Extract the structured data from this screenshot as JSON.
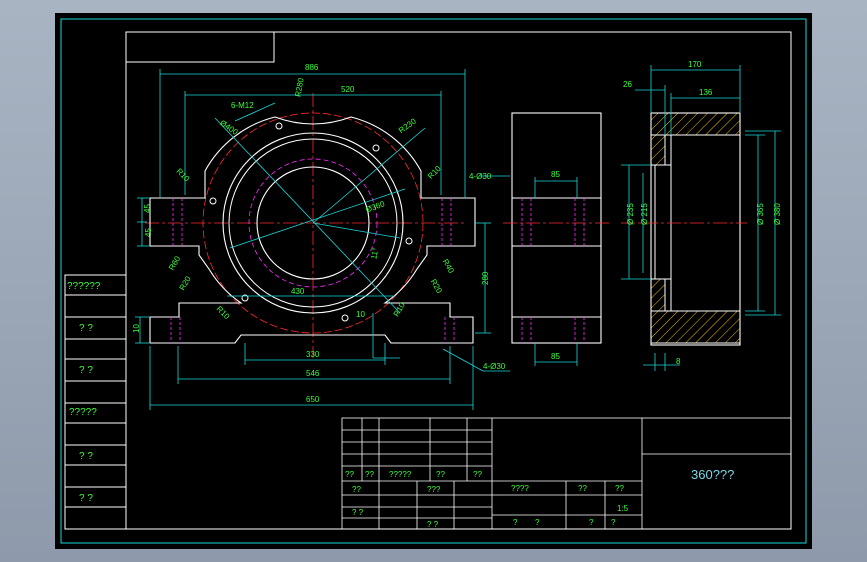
{
  "colors": {
    "frame": "#18d7d7",
    "border": "#ffffff",
    "dimension": "#18d7d7",
    "dim_text": "#39ff39",
    "center_line": "#ff2a2a",
    "hidden_line": "#ff2aff",
    "hatch": "#f5c000",
    "title_text": "#7ad7e6"
  },
  "drawing": {
    "front_view": {
      "dims": {
        "overall_top": "886",
        "top_span": "520",
        "bolt_pattern": "6-M12",
        "radius_top": "R280",
        "radius_right": "R230",
        "hole_dia": "Ø400",
        "left_corner": "R10",
        "right_corner": "R10",
        "bore": "Ø360",
        "angle": "11°",
        "left_height_a": "45",
        "left_height_b": "45",
        "left_low_a": "R60",
        "left_low_b": "R20",
        "right_low_a": "R40",
        "right_low_b": "R20",
        "inner_width": "430",
        "base_height": "280",
        "bottom_r_left": "R10",
        "bottom_r_right": "R10",
        "base_thick": "10",
        "foot_thick": "10",
        "base_bottom": "330",
        "width_mid": "546",
        "width_full": "650",
        "holes_top": "4-Ø30",
        "holes_bottom": "4-Ø30"
      }
    },
    "side_view": {
      "dims": {
        "top": "85",
        "bottom": "85"
      }
    },
    "section_view": {
      "dims": {
        "width_total": "170",
        "offset": "26",
        "inner_width": "136",
        "dia_235": "Ø 235",
        "dia_215": "Ø 215",
        "dia_365": "Ø 365",
        "dia_380": "Ø 380",
        "flange": "8"
      }
    }
  },
  "left_strip": [
    "??????",
    "? ?",
    "? ?",
    "?????",
    "? ?",
    "? ?"
  ],
  "title_block": {
    "name": "360???",
    "row1": [
      "??",
      "??",
      "?????",
      "??",
      "??"
    ],
    "row2": [
      "??",
      "???"
    ],
    "row3": [
      "? ?",
      "? ?"
    ],
    "mid_headers": [
      "????",
      "??",
      "??"
    ],
    "scale": "1:5",
    "mid_bottom": [
      "?",
      "?",
      "?",
      "?"
    ]
  }
}
